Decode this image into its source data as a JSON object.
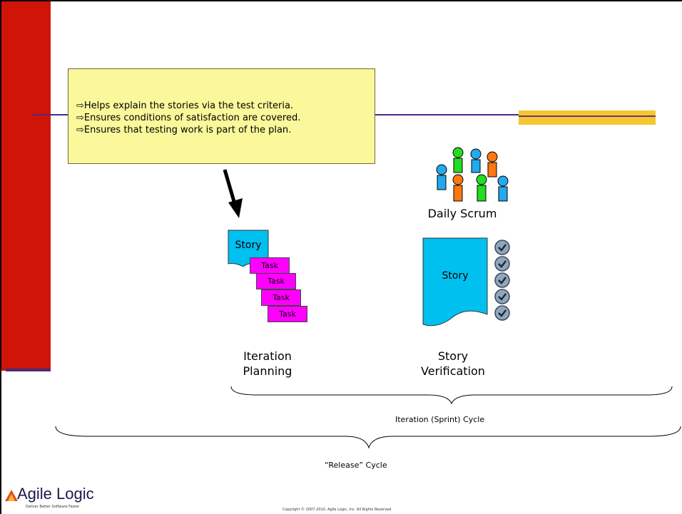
{
  "note": {
    "lines": [
      "⇨Helps explain the stories via the test criteria.",
      "⇨Ensures conditions of satisfaction are covered.",
      "⇨Ensures that testing work is part of the plan."
    ]
  },
  "daily_scrum": {
    "label": "Daily Scrum"
  },
  "planning": {
    "story_label": "Story",
    "tasks": [
      "Task",
      "Task",
      "Task",
      "Task"
    ],
    "label_line1": "Iteration",
    "label_line2": "Planning"
  },
  "verification": {
    "story_label": "Story",
    "label_line1": "Story",
    "label_line2": "Verification"
  },
  "cycles": {
    "iteration": "Iteration (Sprint) Cycle",
    "release": "“Release” Cycle"
  },
  "logo": {
    "name": "Agile Logic",
    "tagline": "Deliver Better Software Faster"
  },
  "copyright": "Copyright © 2007-2010, Agile Logic, Inc. All Rights Reserved",
  "colors": {
    "sidebar": "#d01408",
    "note_bg": "#fbf89b",
    "story": "#00c0f0",
    "task": "#ff00ff",
    "accent_band": "#f6c52f"
  }
}
